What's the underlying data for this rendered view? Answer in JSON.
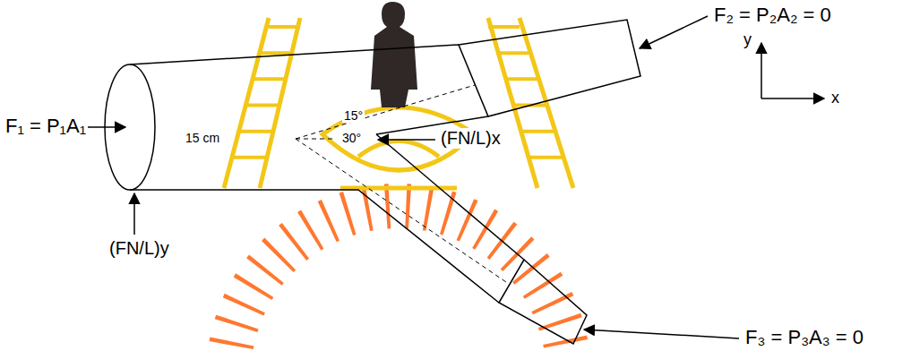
{
  "diagram": {
    "labels": [
      "F₂ = P₂A₂ = 0",
      "F₁ = P₁A₁",
      "15 cm",
      "15°",
      "30°",
      "(FN/L)x",
      "y",
      "x",
      "(FN/L)y",
      "F₃ = P₃A₃ = 0"
    ]
  }
}
